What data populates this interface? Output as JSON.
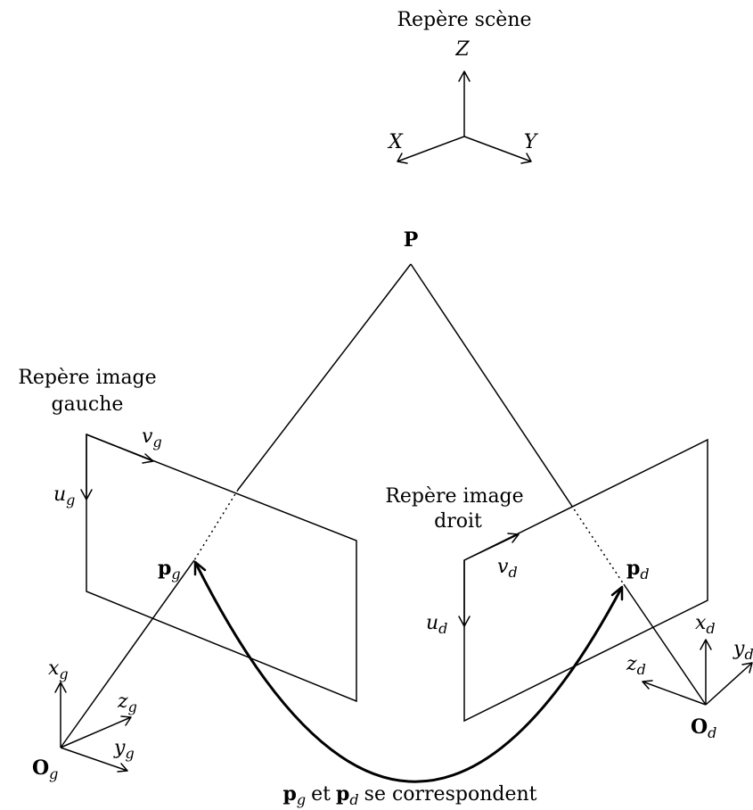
{
  "scene_frame": {
    "title": "Repère scène",
    "x": "X",
    "y": "Y",
    "z": "Z"
  },
  "point": {
    "label": "P"
  },
  "left_image": {
    "title_line1": "Repère image",
    "title_line2": "gauche",
    "u": "u",
    "u_sub": "g",
    "v": "v",
    "v_sub": "g",
    "p": "p",
    "p_sub": "g"
  },
  "right_image": {
    "title_line1": "Repère image",
    "title_line2": "droit",
    "u": "u",
    "u_sub": "d",
    "v": "v",
    "v_sub": "d",
    "p": "p",
    "p_sub": "d"
  },
  "left_camera": {
    "origin": "O",
    "origin_sub": "g",
    "x": "x",
    "x_sub": "g",
    "y": "y",
    "y_sub": "g",
    "z": "z",
    "z_sub": "g"
  },
  "right_camera": {
    "origin": "O",
    "origin_sub": "d",
    "x": "x",
    "x_sub": "d",
    "y": "y",
    "y_sub": "d",
    "z": "z",
    "z_sub": "d"
  },
  "caption": {
    "p1": "p",
    "p1_sub": "g",
    "connector": "et",
    "p2": "p",
    "p2_sub": "d",
    "rest": "se correspondent"
  }
}
